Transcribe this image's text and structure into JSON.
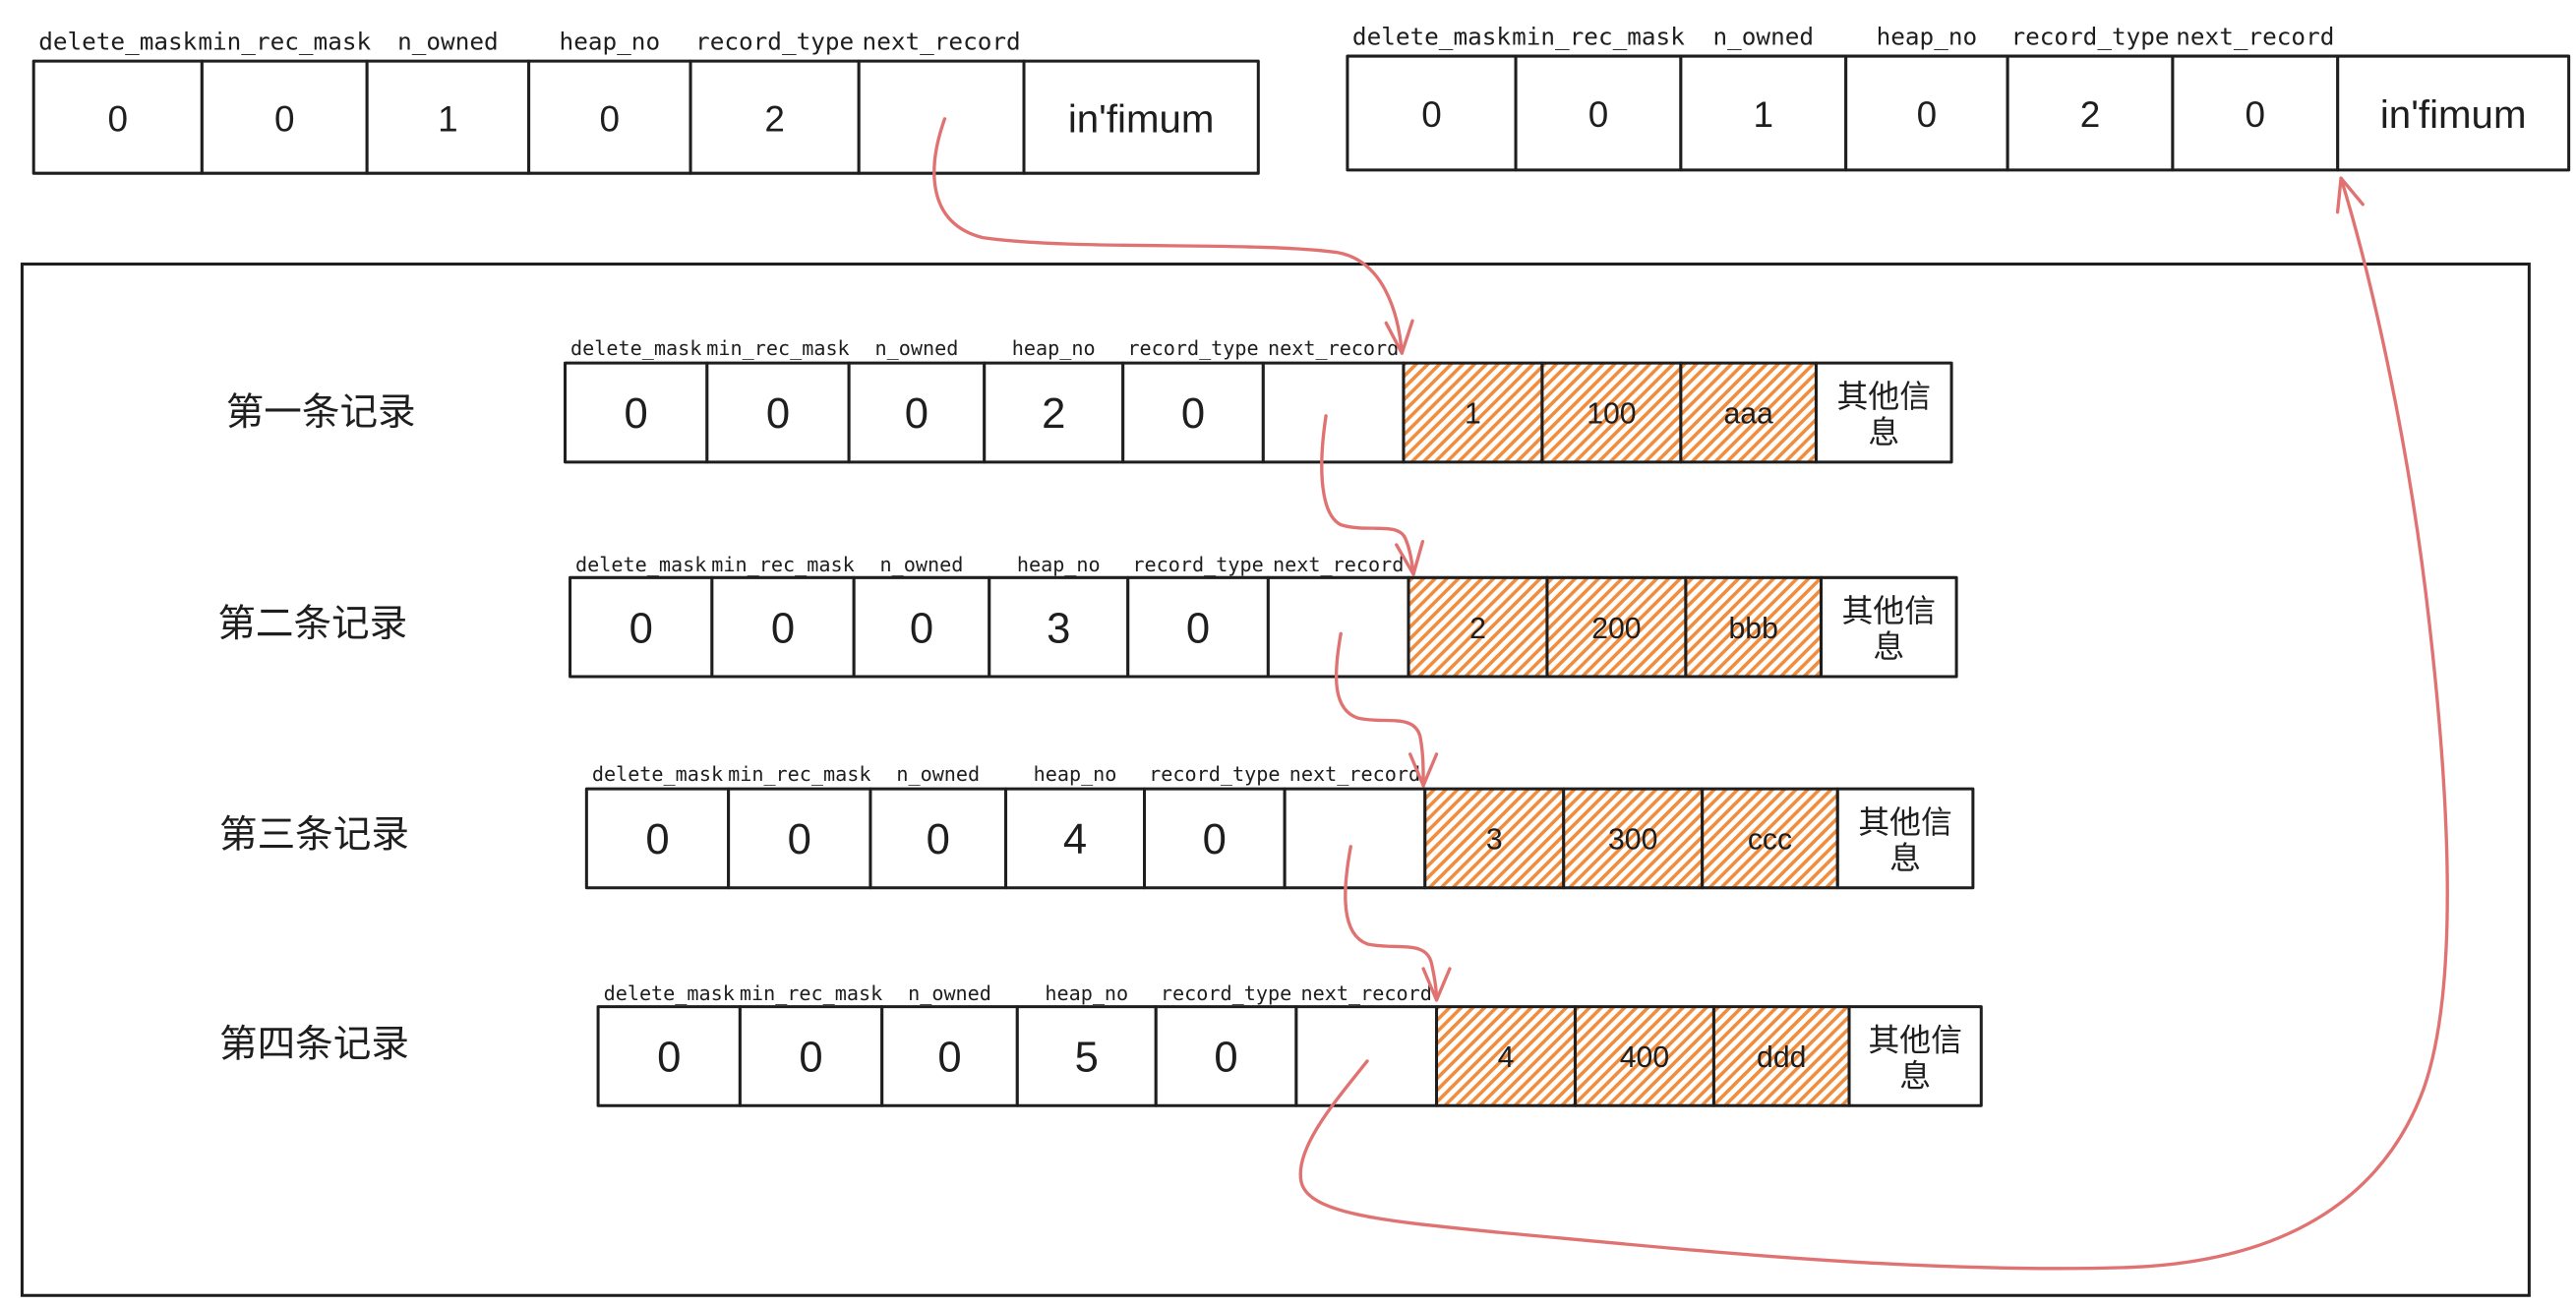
{
  "colors": {
    "ink": "#1e1e1e",
    "arrow": "#e07272",
    "hatch": "#f08c3c",
    "background": "#ffffff"
  },
  "top_records": [
    {
      "fields": [
        {
          "label": "delete_mask",
          "value": "0"
        },
        {
          "label": "min_rec_mask",
          "value": "0"
        },
        {
          "label": "n_owned",
          "value": "1"
        },
        {
          "label": "heap_no",
          "value": "0"
        },
        {
          "label": "record_type",
          "value": "2"
        },
        {
          "label": "next_record"
        }
      ],
      "payload": [
        "in'fimum"
      ]
    },
    {
      "fields": [
        {
          "label": "delete_mask",
          "value": "0"
        },
        {
          "label": "min_rec_mask",
          "value": "0"
        },
        {
          "label": "n_owned",
          "value": "1"
        },
        {
          "label": "heap_no",
          "value": "0"
        },
        {
          "label": "record_type",
          "value": "2"
        },
        {
          "label": "next_record",
          "value": "0"
        }
      ],
      "payload": [
        "in'fimum"
      ]
    }
  ],
  "user_records": [
    {
      "title": "第一条记录",
      "fields": [
        {
          "label": "delete_mask",
          "value": "0"
        },
        {
          "label": "min_rec_mask",
          "value": "0"
        },
        {
          "label": "n_owned",
          "value": "0"
        },
        {
          "label": "heap_no",
          "value": "2"
        },
        {
          "label": "record_type",
          "value": "0"
        },
        {
          "label": "next_record"
        }
      ],
      "payload": [
        "1",
        "100",
        "aaa",
        "其他信息"
      ]
    },
    {
      "title": "第二条记录",
      "fields": [
        {
          "label": "delete_mask",
          "value": "0"
        },
        {
          "label": "min_rec_mask",
          "value": "0"
        },
        {
          "label": "n_owned",
          "value": "0"
        },
        {
          "label": "heap_no",
          "value": "3"
        },
        {
          "label": "record_type",
          "value": "0"
        },
        {
          "label": "next_record"
        }
      ],
      "payload": [
        "2",
        "200",
        "bbb",
        "其他信息"
      ]
    },
    {
      "title": "第三条记录",
      "fields": [
        {
          "label": "delete_mask",
          "value": "0"
        },
        {
          "label": "min_rec_mask",
          "value": "0"
        },
        {
          "label": "n_owned",
          "value": "0"
        },
        {
          "label": "heap_no",
          "value": "4"
        },
        {
          "label": "record_type",
          "value": "0"
        },
        {
          "label": "next_record"
        }
      ],
      "payload": [
        "3",
        "300",
        "ccc",
        "其他信息"
      ]
    },
    {
      "title": "第四条记录",
      "fields": [
        {
          "label": "delete_mask",
          "value": "0"
        },
        {
          "label": "min_rec_mask",
          "value": "0"
        },
        {
          "label": "n_owned",
          "value": "0"
        },
        {
          "label": "heap_no",
          "value": "5"
        },
        {
          "label": "record_type",
          "value": "0"
        },
        {
          "label": "next_record"
        }
      ],
      "payload": [
        "4",
        "400",
        "ddd",
        "其他信息"
      ]
    }
  ]
}
